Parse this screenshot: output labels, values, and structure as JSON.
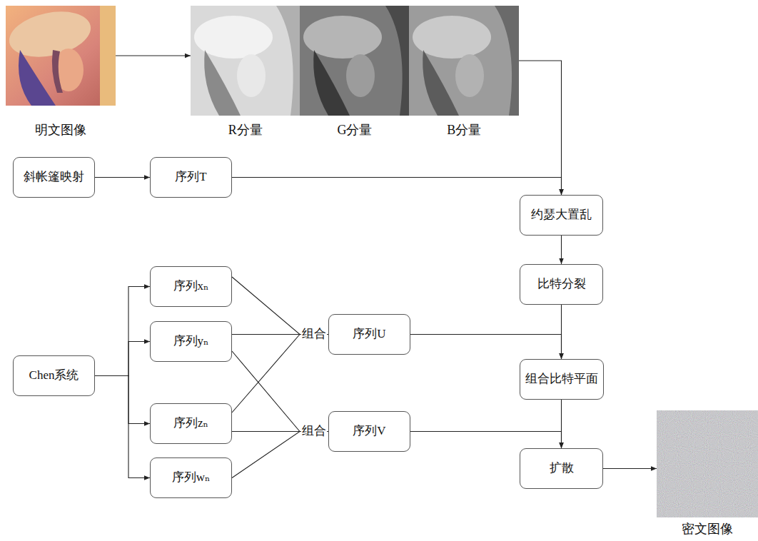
{
  "diagram": {
    "nodes": [
      {
        "text": [
          "明文图像"
        ]
      },
      {
        "text": [
          "R分量",
          "G分量",
          "B分量"
        ]
      },
      {
        "text": [
          "斜帐篷映射"
        ]
      },
      {
        "text": [
          "序列T"
        ]
      },
      {
        "text": [
          "约瑟大置乱"
        ]
      },
      {
        "text": [
          "比特分裂"
        ]
      },
      {
        "text": [
          "Chen系统"
        ]
      },
      {
        "text": [
          "序列xₙ"
        ]
      },
      {
        "text": [
          "序列yₙ"
        ]
      },
      {
        "text": [
          "序列U"
        ]
      },
      {
        "text": [
          "组合比特平面"
        ]
      },
      {
        "text": [
          "序列zₙ"
        ]
      },
      {
        "text": [
          "序列V"
        ]
      },
      {
        "text": [
          "序列wₙ"
        ]
      },
      {
        "text": [
          "扩散"
        ]
      },
      {
        "text": [
          "密文图像"
        ]
      }
    ],
    "edges": [
      {
        "from": 0,
        "to": 1,
        "arrow": "to"
      },
      {
        "from": 1,
        "to": 4,
        "arrow": "to"
      },
      {
        "from": 2,
        "to": 3,
        "arrow": "to"
      },
      {
        "from": 3,
        "to": 4,
        "arrow": "to"
      },
      {
        "from": 4,
        "to": 5,
        "arrow": "to"
      },
      {
        "from": 6,
        "to": 7,
        "arrow": "to"
      },
      {
        "from": 6,
        "to": 8,
        "arrow": "to"
      },
      {
        "from": 6,
        "to": 11,
        "arrow": "to"
      },
      {
        "from": 6,
        "to": 13,
        "arrow": "to"
      },
      {
        "from": 7,
        "to": 9,
        "arrow": "none"
      },
      {
        "from": 8,
        "to": 9,
        "arrow": "none"
      },
      {
        "from": 11,
        "to": 9,
        "arrow": "none"
      },
      {
        "from": 8,
        "to": 12,
        "arrow": "none"
      },
      {
        "from": 11,
        "to": 12,
        "arrow": "none"
      },
      {
        "from": 13,
        "to": 12,
        "arrow": "none"
      },
      {
        "from": 9,
        "to": 10,
        "arrow": "to"
      },
      {
        "from": 5,
        "to": 10,
        "arrow": "to"
      },
      {
        "from": 10,
        "to": 14,
        "arrow": "to"
      },
      {
        "from": 12,
        "to": 14,
        "arrow": "to"
      },
      {
        "from": 14,
        "to": 15,
        "arrow": "to"
      }
    ],
    "labels": [
      "组合",
      "组合"
    ]
  }
}
